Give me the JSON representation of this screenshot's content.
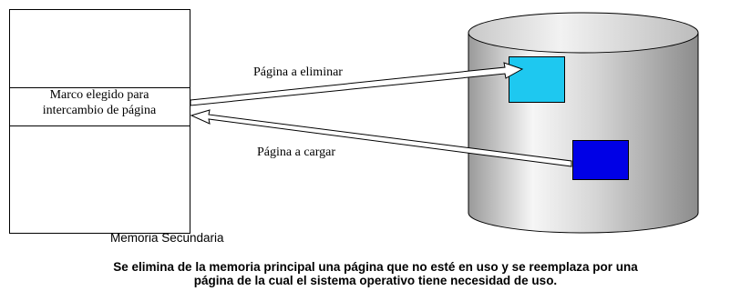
{
  "diagram": {
    "frame_label": {
      "line1": "Marco elegido para",
      "line2": "intercambio de página"
    },
    "arrow_out_label": "Página a eliminar",
    "arrow_in_label": "Página a cargar",
    "memory_caption": "Memoria Secundaria",
    "colors": {
      "page_out": "#1ec8f0",
      "page_in": "#0000e6",
      "cylinder_light": "#f4f4f4",
      "cylinder_dark": "#8c8c8c"
    }
  },
  "caption": {
    "line1": "Se elimina de la memoria principal una página que no esté en uso y se reemplaza por una",
    "line2": "página de la cual el sistema operativo tiene necesidad de uso."
  }
}
